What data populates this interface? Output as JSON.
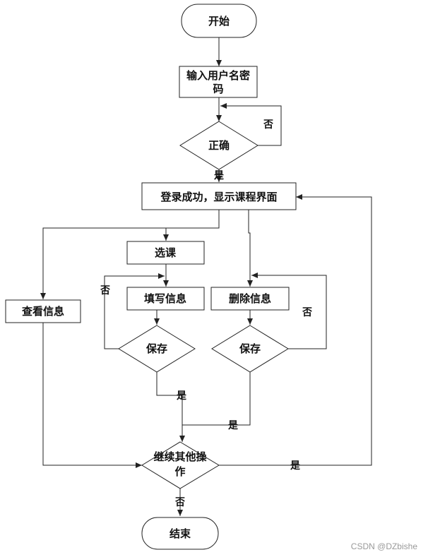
{
  "nodes": {
    "start": "开始",
    "input_line1": "输入用户名密",
    "input_line2": "码",
    "correct": "正确",
    "dashboard": "登录成功，显示课程界面",
    "select_course": "选课",
    "fill_info": "填写信息",
    "delete_info": "删除信息",
    "view_info": "查看信息",
    "save_left": "保存",
    "save_right": "保存",
    "continue_line1": "继续其他操",
    "continue_line2": "作",
    "end": "结束"
  },
  "edge_labels": {
    "correct_no": "否",
    "correct_yes": "是",
    "save_left_no": "否",
    "save_left_yes": "是",
    "save_right_no": "否",
    "save_right_yes": "是",
    "continue_yes": "是",
    "continue_no": "否"
  },
  "watermark": "CSDN @DZbishe"
}
